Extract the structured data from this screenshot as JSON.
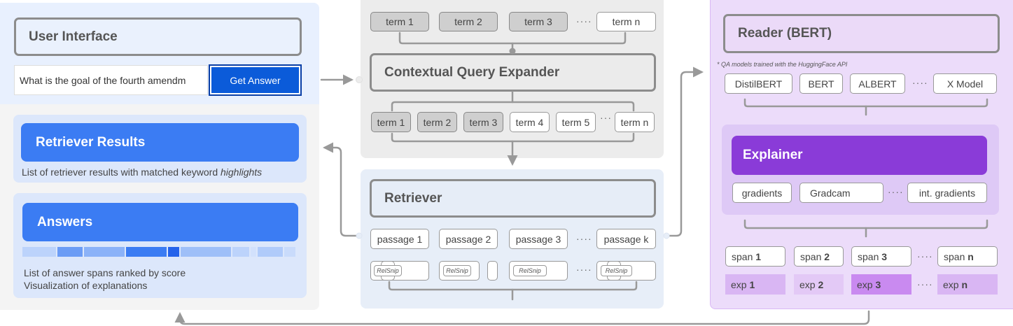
{
  "ui_panel": {
    "title": "User Interface",
    "query_value": "What is the goal of the fourth amendm",
    "button_label": "Get Answer"
  },
  "retriever_results": {
    "title": "Retriever Results",
    "caption_prefix": "List of retriever results with matched keyword ",
    "caption_emphasis": "highlights"
  },
  "answers": {
    "title": "Answers",
    "caption_line1": "List of answer spans ranked by score",
    "caption_line2": "Visualization of explanations",
    "score_bar_colors": [
      "#bcd3fb",
      "#6b9cf5",
      "#8bb2f8",
      "#3b7cf3",
      "#2563eb",
      "#9ebff8",
      "#bcd3fb",
      "#d2e1fc",
      "#b0cbfa",
      "#c9dbfb"
    ]
  },
  "expander": {
    "title": "Contextual Query Expander",
    "input_terms": [
      "term 1",
      "term 2",
      "term 3",
      "term n"
    ],
    "output_terms": [
      "term 1",
      "term 2",
      "term 3",
      "term 4",
      "term 5",
      "term n"
    ],
    "dots": "····",
    "dots_small": "···"
  },
  "retriever": {
    "title": "Retriever",
    "passages": [
      "passage 1",
      "passage 2",
      "passage 3",
      "passage k"
    ],
    "snip_label": "RelSnip",
    "dots": "····"
  },
  "reader": {
    "title": "Reader (BERT)",
    "note": "* QA models trained with the HuggingFace API",
    "models": [
      "DistilBERT",
      "BERT",
      "ALBERT",
      "X Model"
    ],
    "dots": "····"
  },
  "explainer": {
    "title": "Explainer",
    "methods": [
      "gradients",
      "Gradcam",
      "int. gradients"
    ],
    "dots": "····"
  },
  "spans": {
    "labels": [
      {
        "word": "span",
        "num": "1"
      },
      {
        "word": "span",
        "num": "2"
      },
      {
        "word": "span",
        "num": "3"
      },
      {
        "word": "span",
        "num": "n"
      }
    ],
    "explanations": [
      {
        "word": "exp",
        "num": "1"
      },
      {
        "word": "exp",
        "num": "2"
      },
      {
        "word": "exp",
        "num": "3"
      },
      {
        "word": "exp",
        "num": "n"
      }
    ],
    "dots": "····"
  },
  "colors": {
    "ui_top_bg": "#e8f0fe",
    "ui_bottom_bg": "#f4f4f4",
    "card_bg": "#dce7fb",
    "blue": "#3b7cf3",
    "grey_panel": "#ececec",
    "retriever_panel": "#e7eef8",
    "reader_panel": "#ecdcfa",
    "reader_border": "#d9b8f5",
    "explainer_panel": "#dec9f6",
    "explainer_purple": "#8a3bd8",
    "exp_bg": "#d9b6f3",
    "exp_highlight": "#c98af0",
    "arrow": "#999999"
  }
}
